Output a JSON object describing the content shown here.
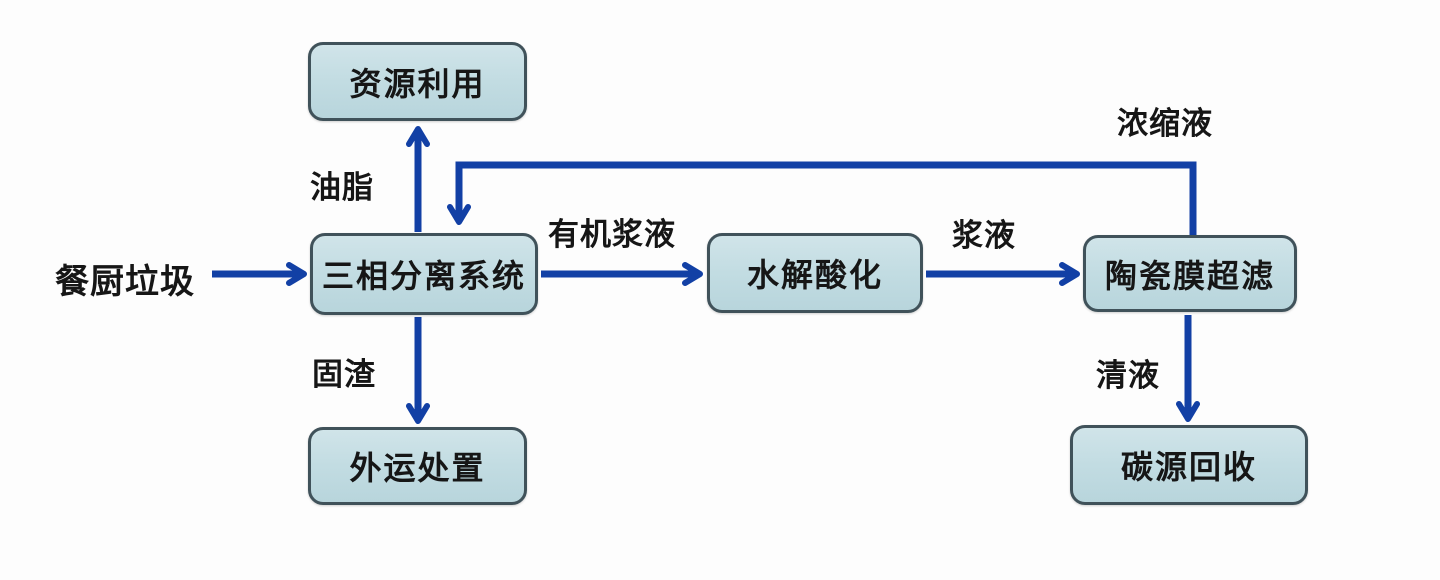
{
  "diagram": {
    "description": "Kitchen waste treatment process flow diagram",
    "colors": {
      "box_fill": "#c2dce2",
      "box_border": "#40525a",
      "arrow": "#1240a5",
      "text": "#161616"
    },
    "source": {
      "label": "餐厨垃圾"
    },
    "nodes": {
      "resource_use": {
        "label": "资源利用"
      },
      "three_phase": {
        "label": "三相分离系统"
      },
      "hydrolysis": {
        "label": "水解酸化"
      },
      "ceramic_uf": {
        "label": "陶瓷膜超滤"
      },
      "disposal": {
        "label": "外运处置"
      },
      "carbon_recovery": {
        "label": "碳源回收"
      }
    },
    "edge_labels": {
      "grease": {
        "label": "油脂"
      },
      "solid_residue": {
        "label": "固渣"
      },
      "organic_slurry": {
        "label": "有机浆液"
      },
      "slurry": {
        "label": "浆液"
      },
      "concentrate": {
        "label": "浓缩液"
      },
      "clear_liquid": {
        "label": "清液"
      }
    },
    "edges": [
      {
        "from": "餐厨垃圾",
        "to": "三相分离系统",
        "label": ""
      },
      {
        "from": "三相分离系统",
        "to": "资源利用",
        "label": "油脂"
      },
      {
        "from": "三相分离系统",
        "to": "外运处置",
        "label": "固渣"
      },
      {
        "from": "三相分离系统",
        "to": "水解酸化",
        "label": "有机浆液"
      },
      {
        "from": "水解酸化",
        "to": "陶瓷膜超滤",
        "label": "浆液"
      },
      {
        "from": "陶瓷膜超滤",
        "to": "三相分离系统",
        "label": "浓缩液"
      },
      {
        "from": "陶瓷膜超滤",
        "to": "碳源回收",
        "label": "清液"
      }
    ]
  }
}
